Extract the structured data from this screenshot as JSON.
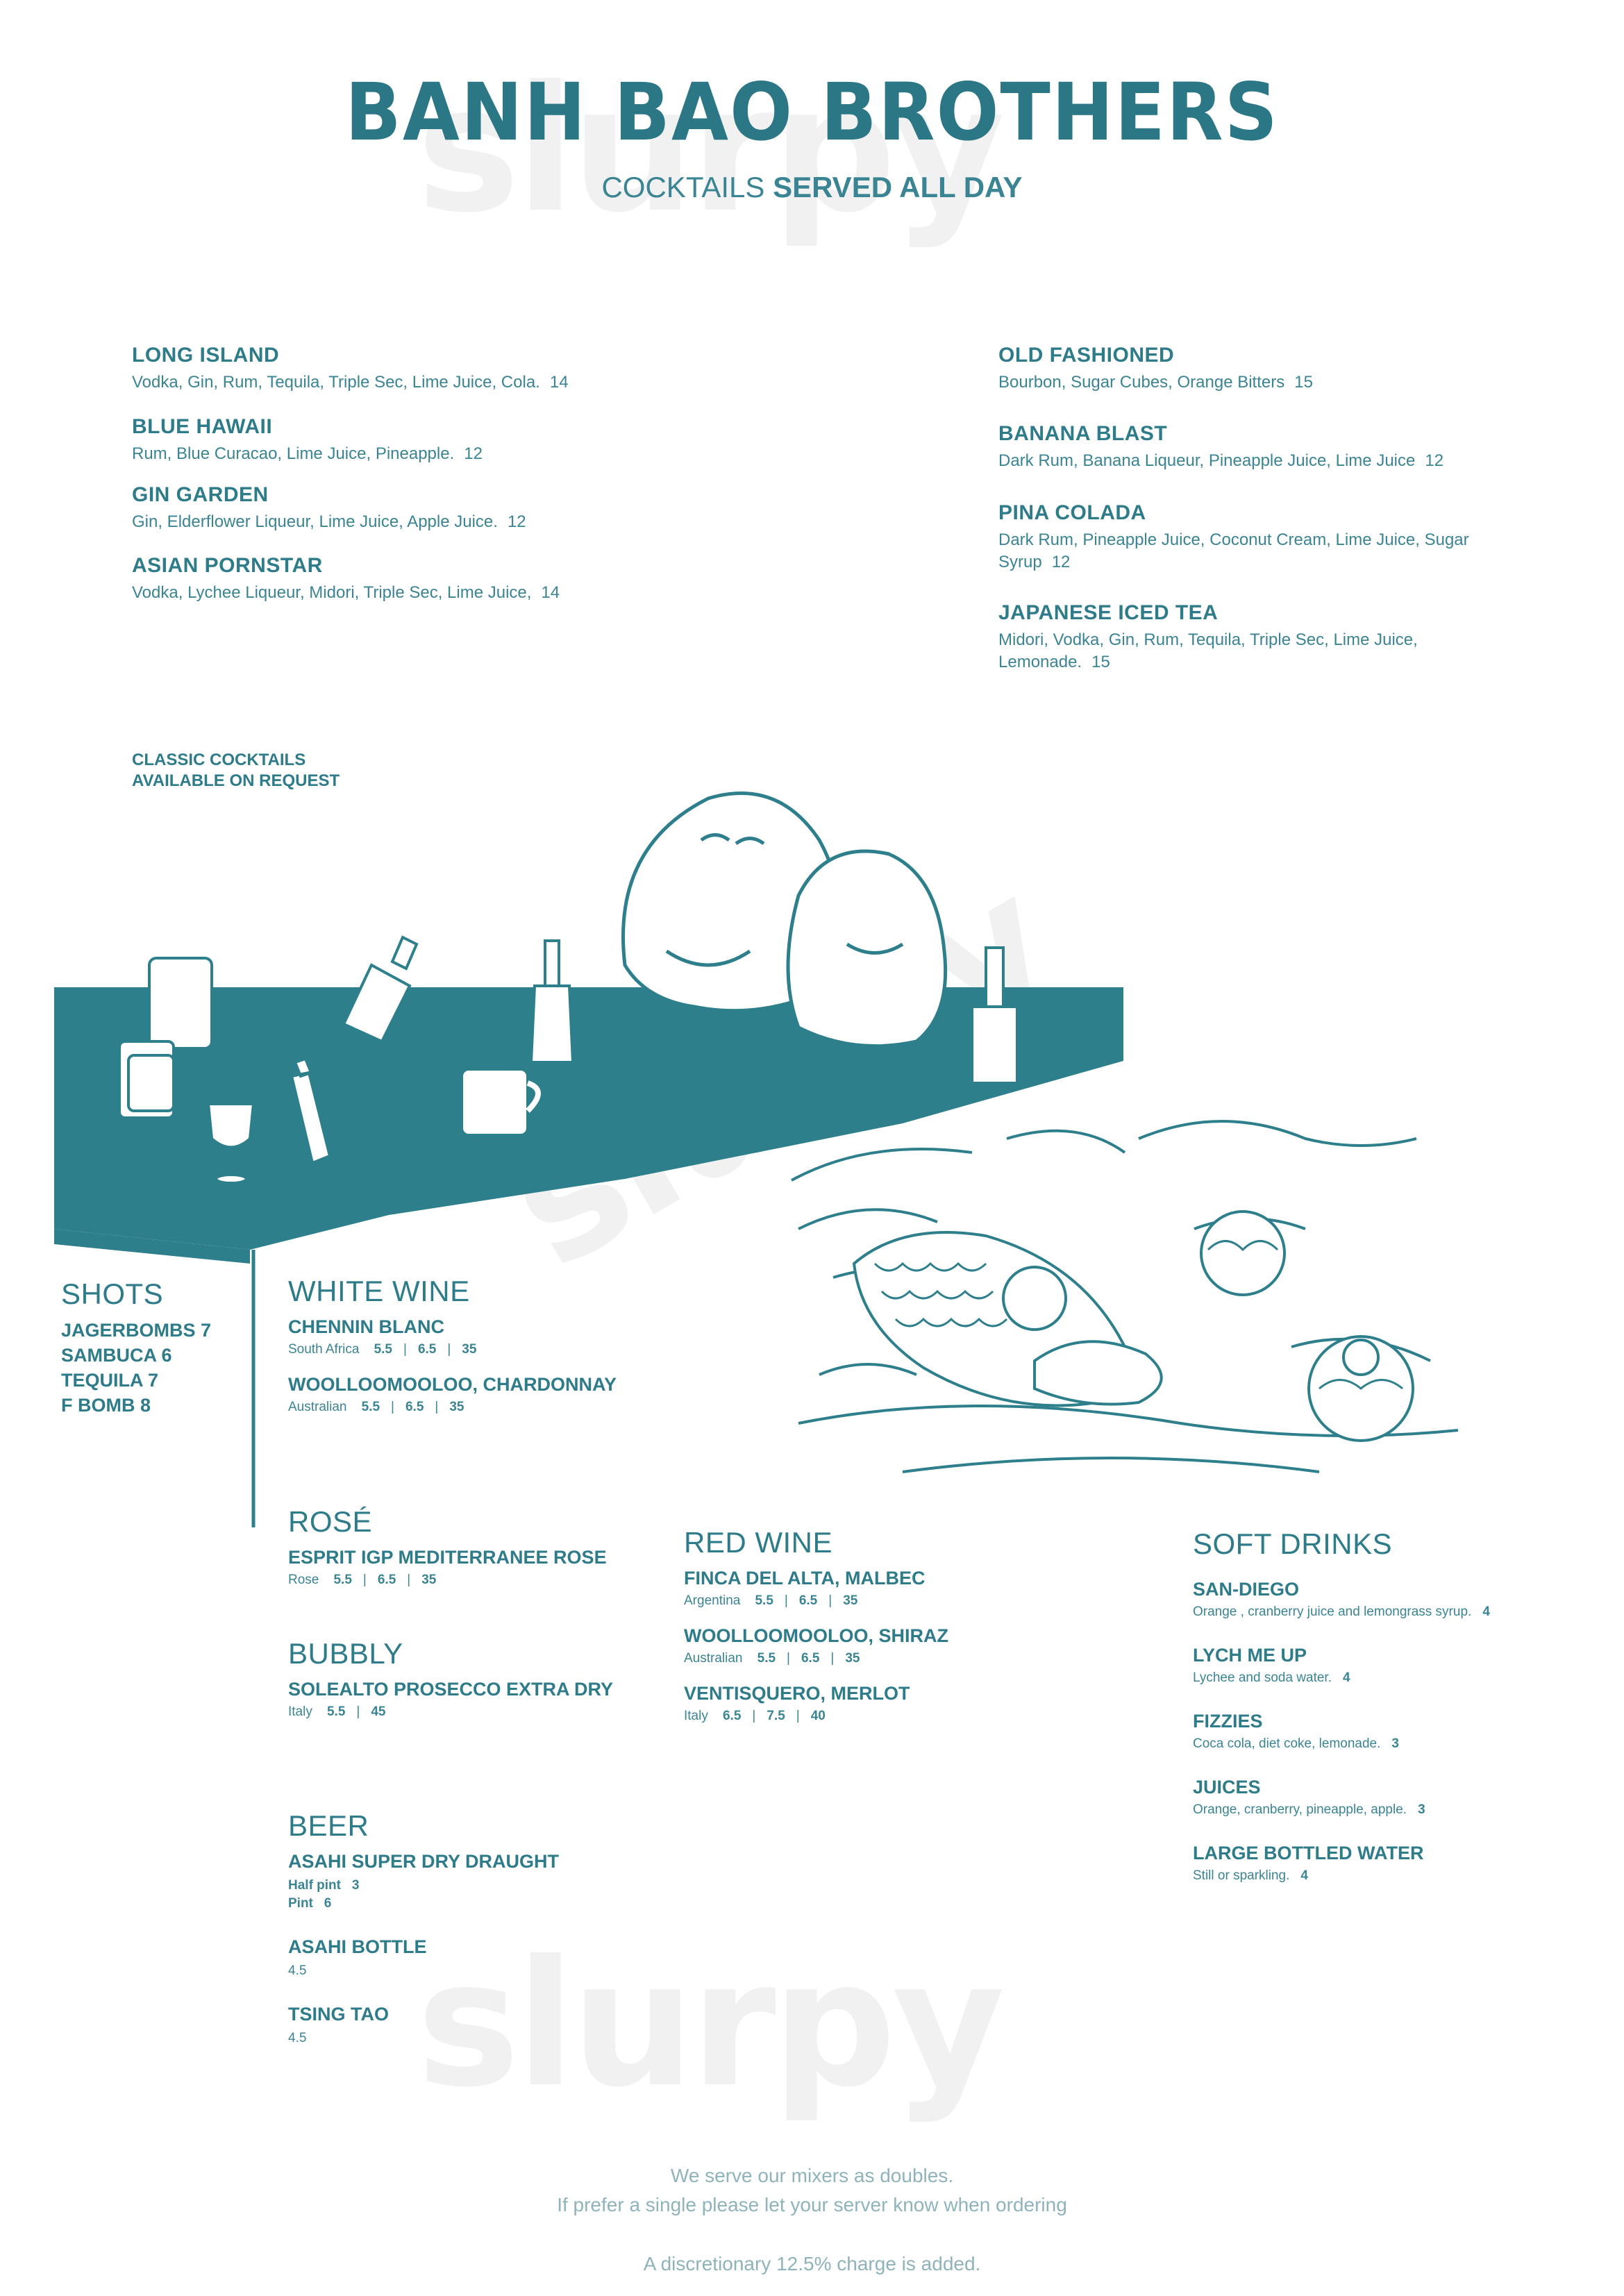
{
  "header": {
    "brand": "BANH BAO BROTHERS",
    "subtitle_pre": "COCKTAILS ",
    "subtitle_bold": "SERVED ALL DAY"
  },
  "cocktails_left": [
    {
      "name": "LONG ISLAND",
      "desc": "Vodka, Gin, Rum, Tequila, Triple Sec, Lime Juice, Cola.",
      "price": "14"
    },
    {
      "name": "BLUE HAWAII",
      "desc": "Rum, Blue Curacao, Lime Juice, Pineapple.",
      "price": "12"
    },
    {
      "name": "GIN GARDEN",
      "desc": "Gin, Elderflower Liqueur, Lime Juice, Apple Juice.",
      "price": "12"
    },
    {
      "name": "ASIAN PORNSTAR",
      "desc": "Vodka, Lychee Liqueur, Midori, Triple Sec, Lime Juice,",
      "price": "14"
    }
  ],
  "cocktails_right": [
    {
      "name": "OLD FASHIONED",
      "desc": "Bourbon, Sugar Cubes, Orange Bitters",
      "price": "15"
    },
    {
      "name": "BANANA BLAST",
      "desc": "Dark Rum, Banana Liqueur, Pineapple Juice, Lime Juice",
      "price": "12"
    },
    {
      "name": "PINA COLADA",
      "desc": "Dark Rum, Pineapple Juice, Coconut Cream, Lime Juice, Sugar Syrup",
      "price": "12"
    },
    {
      "name": "JAPANESE ICED TEA",
      "desc": "Midori, Vodka, Gin, Rum, Tequila, Triple Sec, Lime Juice, Lemonade.",
      "price": "15"
    }
  ],
  "classic": {
    "line1": "CLASSIC COCKTAILS",
    "line2": "AVAILABLE ON REQUEST"
  },
  "shots": {
    "title": "SHOTS",
    "items": [
      "JAGERBOMBS 7",
      "SAMBUCA 6",
      "TEQUILA 7",
      "F BOMB 8"
    ]
  },
  "white_wine": {
    "title": "WHITE WINE",
    "items": [
      {
        "name": "CHENNIN BLANC",
        "origin": "South Africa",
        "p1": "5.5",
        "p2": "6.5",
        "p3": "35"
      },
      {
        "name": "WOOLLOOMOOLOO, CHARDONNAY",
        "origin": "Australian",
        "p1": "5.5",
        "p2": "6.5",
        "p3": "35"
      }
    ]
  },
  "rose": {
    "title": "ROSÉ",
    "items": [
      {
        "name": "ESPRIT IGP MEDITERRANEE ROSE",
        "origin": "Rose",
        "p1": "5.5",
        "p2": "6.5",
        "p3": "35"
      }
    ]
  },
  "bubbly": {
    "title": "BUBBLY",
    "items": [
      {
        "name": "SOLEALTO PROSECCO EXTRA DRY",
        "origin": "Italy",
        "p1": "5.5",
        "p2": "45"
      }
    ]
  },
  "red_wine": {
    "title": "RED WINE",
    "items": [
      {
        "name": "FINCA DEL ALTA, MALBEC",
        "origin": "Argentina",
        "p1": "5.5",
        "p2": "6.5",
        "p3": "35"
      },
      {
        "name": "WOOLLOOMOOLOO, SHIRAZ",
        "origin": "Australian",
        "p1": "5.5",
        "p2": "6.5",
        "p3": "35"
      },
      {
        "name": "VENTISQUERO, MERLOT",
        "origin": "Italy",
        "p1": "6.5",
        "p2": "7.5",
        "p3": "40"
      }
    ]
  },
  "beer": {
    "title": "BEER",
    "items": [
      {
        "name": "ASAHI SUPER DRY DRAUGHT",
        "l1_label": "Half pint",
        "l1_price": "3",
        "l2_label": "Pint",
        "l2_price": "6"
      },
      {
        "name": "ASAHI BOTTLE",
        "price": "4.5"
      },
      {
        "name": "TSING TAO",
        "price": "4.5"
      }
    ]
  },
  "soft_drinks": {
    "title": "SOFT DRINKS",
    "items": [
      {
        "name": "SAN-DIEGO",
        "desc": "Orange , cranberry juice and lemongrass syrup.",
        "price": "4"
      },
      {
        "name": "LYCH ME UP",
        "desc": "Lychee and soda water.",
        "price": "4"
      },
      {
        "name": "FIZZIES",
        "desc": "Coca cola, diet coke, lemonade.",
        "price": "3"
      },
      {
        "name": "JUICES",
        "desc": "Orange, cranberry, pineapple, apple.",
        "price": "3"
      },
      {
        "name": "LARGE BOTTLED WATER",
        "desc": "Still or sparkling.",
        "price": "4"
      }
    ]
  },
  "footer": {
    "line1": "We serve our mixers as doubles.",
    "line2": "If prefer a single please let your server know when ordering",
    "line3": "A discretionary 12.5% charge is added."
  },
  "watermark": "slurpy",
  "colors": {
    "teal": "#2e7b8a",
    "bar": "#2e7f8c"
  }
}
